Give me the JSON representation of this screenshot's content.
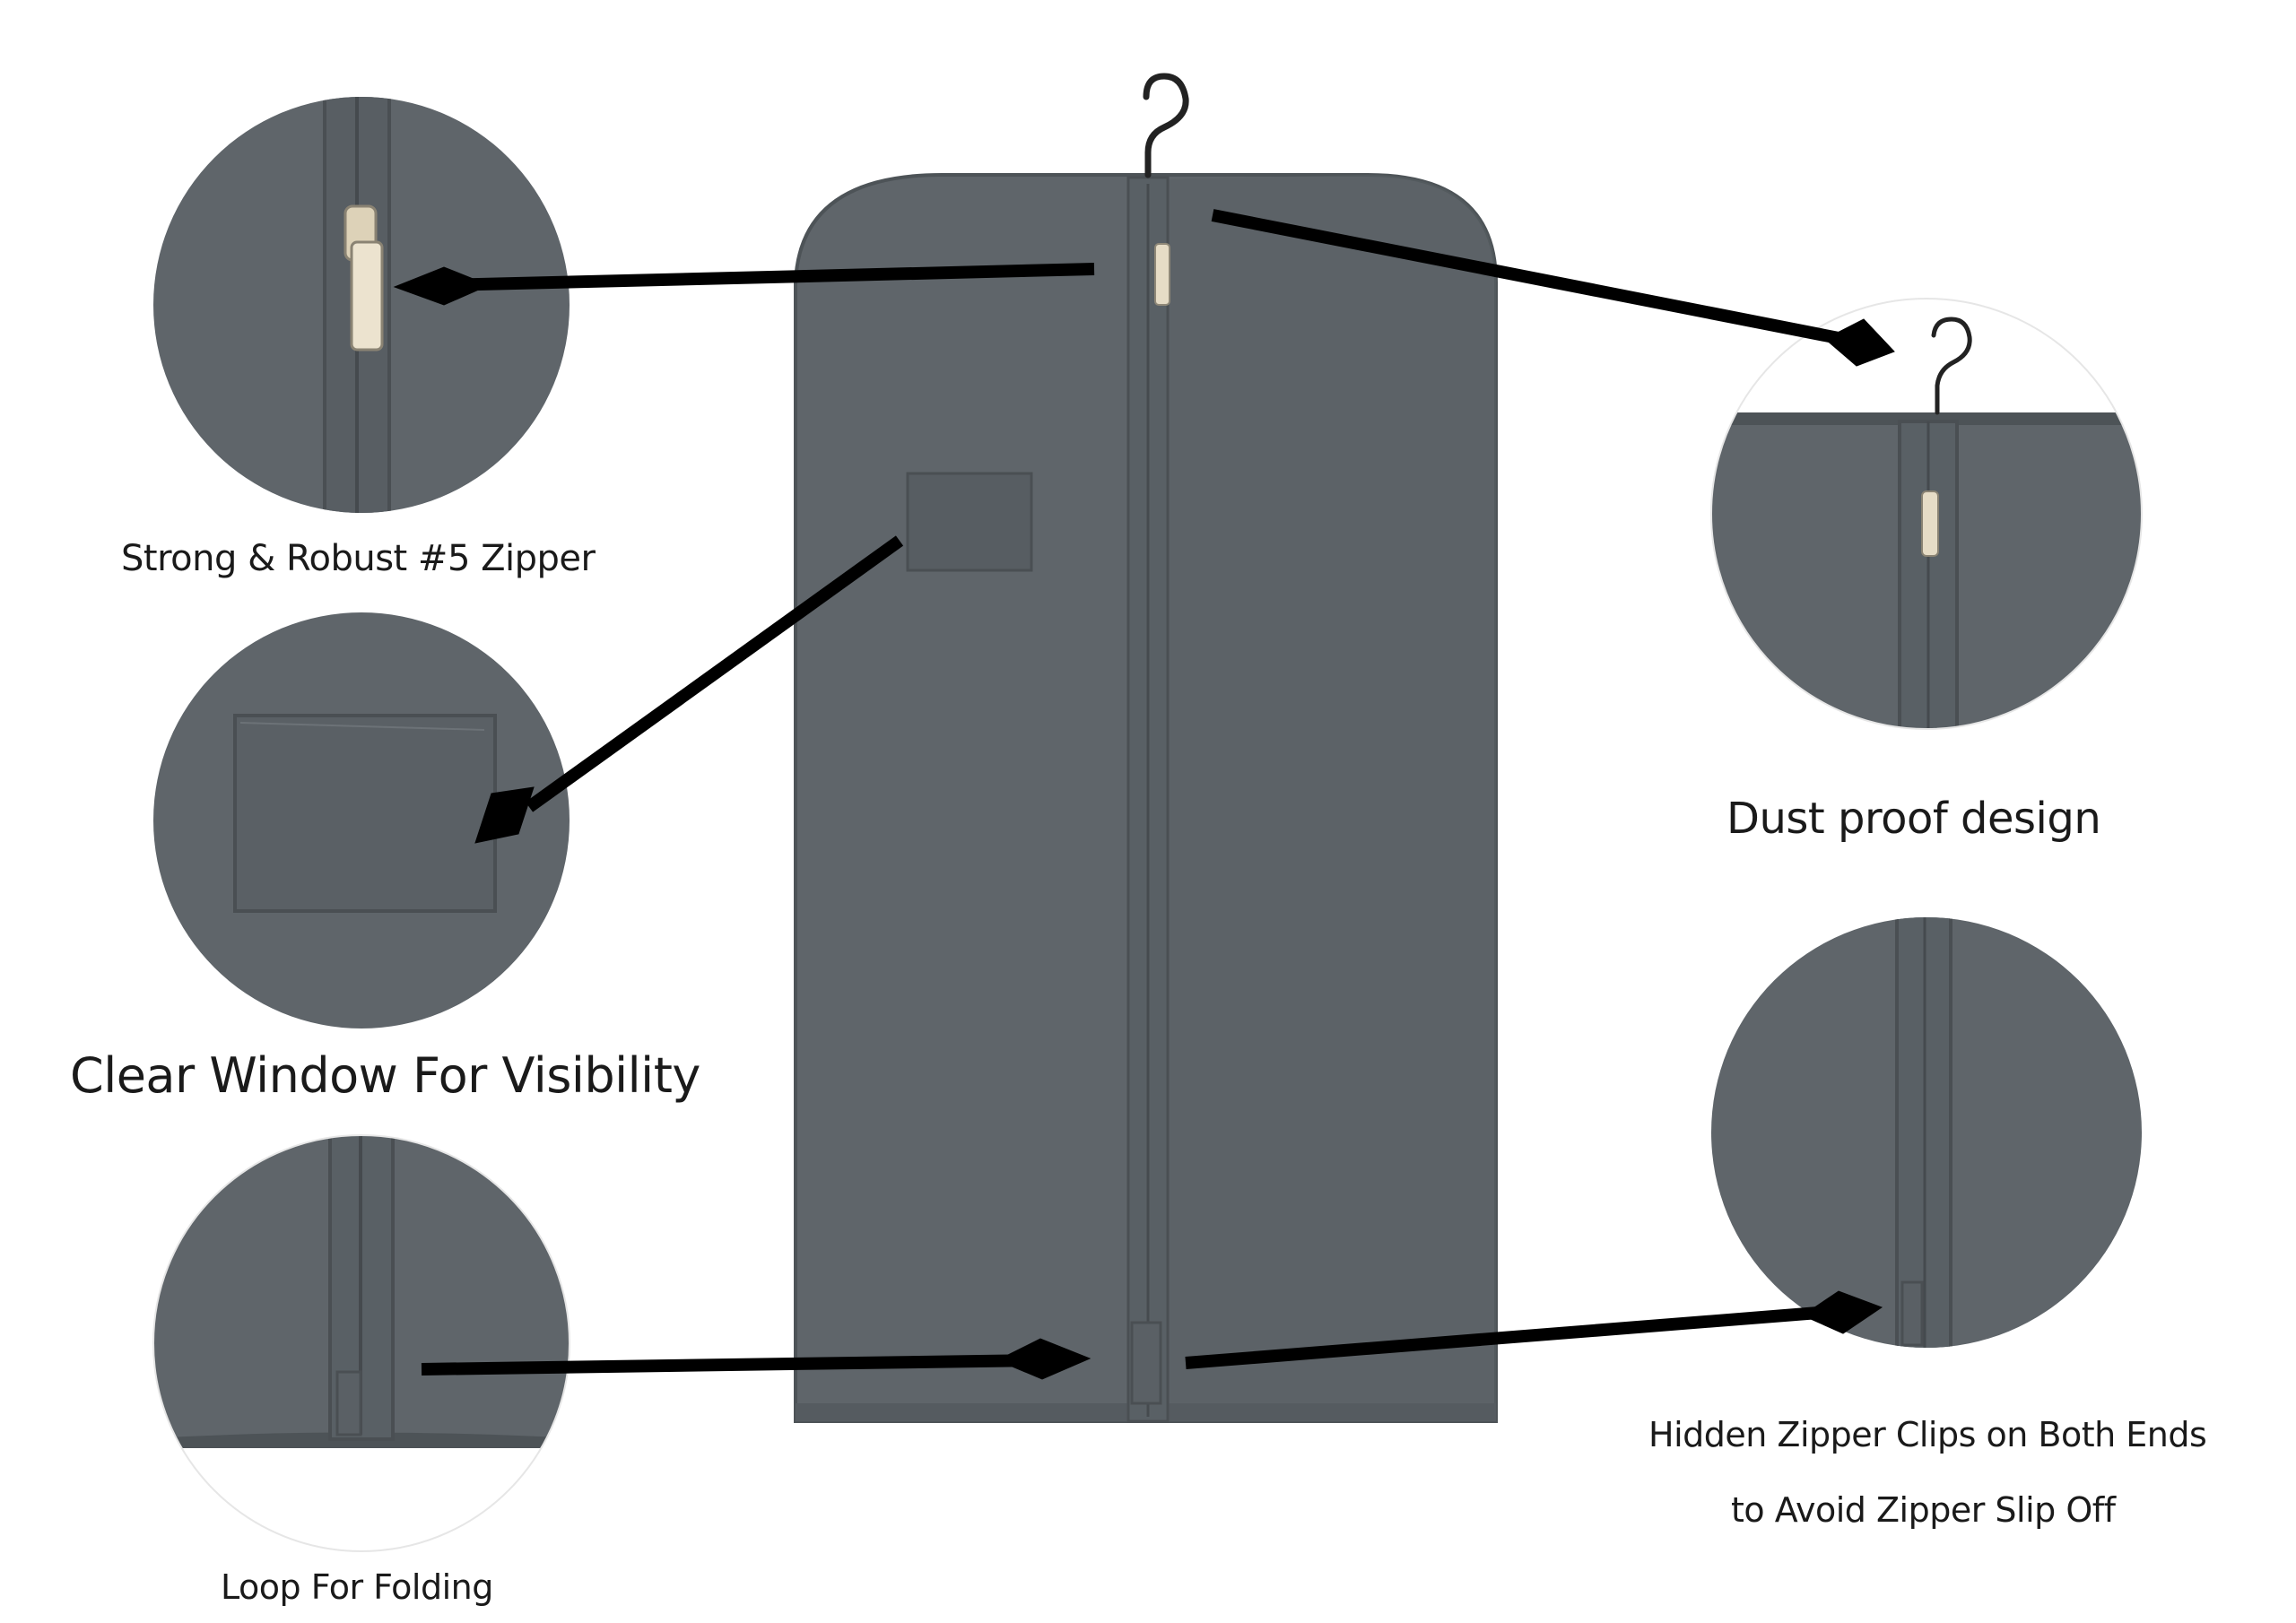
{
  "captions": {
    "zipper": "Strong & Robust #5 Zipper",
    "window": "Clear Window For Visibility",
    "loop": "Loop For Folding",
    "dust": "Dust proof design",
    "clips_line1": "Hidden Zipper Clips on Both Ends",
    "clips_line2": "to Avoid Zipper Slip Off"
  },
  "colors": {
    "fabric": "#5f656a",
    "fabric_dark": "#4d5357",
    "zipper_pull": "#e6dcc6",
    "arrow": "#000000",
    "text": "#1a1a1a",
    "background": "#ffffff"
  }
}
